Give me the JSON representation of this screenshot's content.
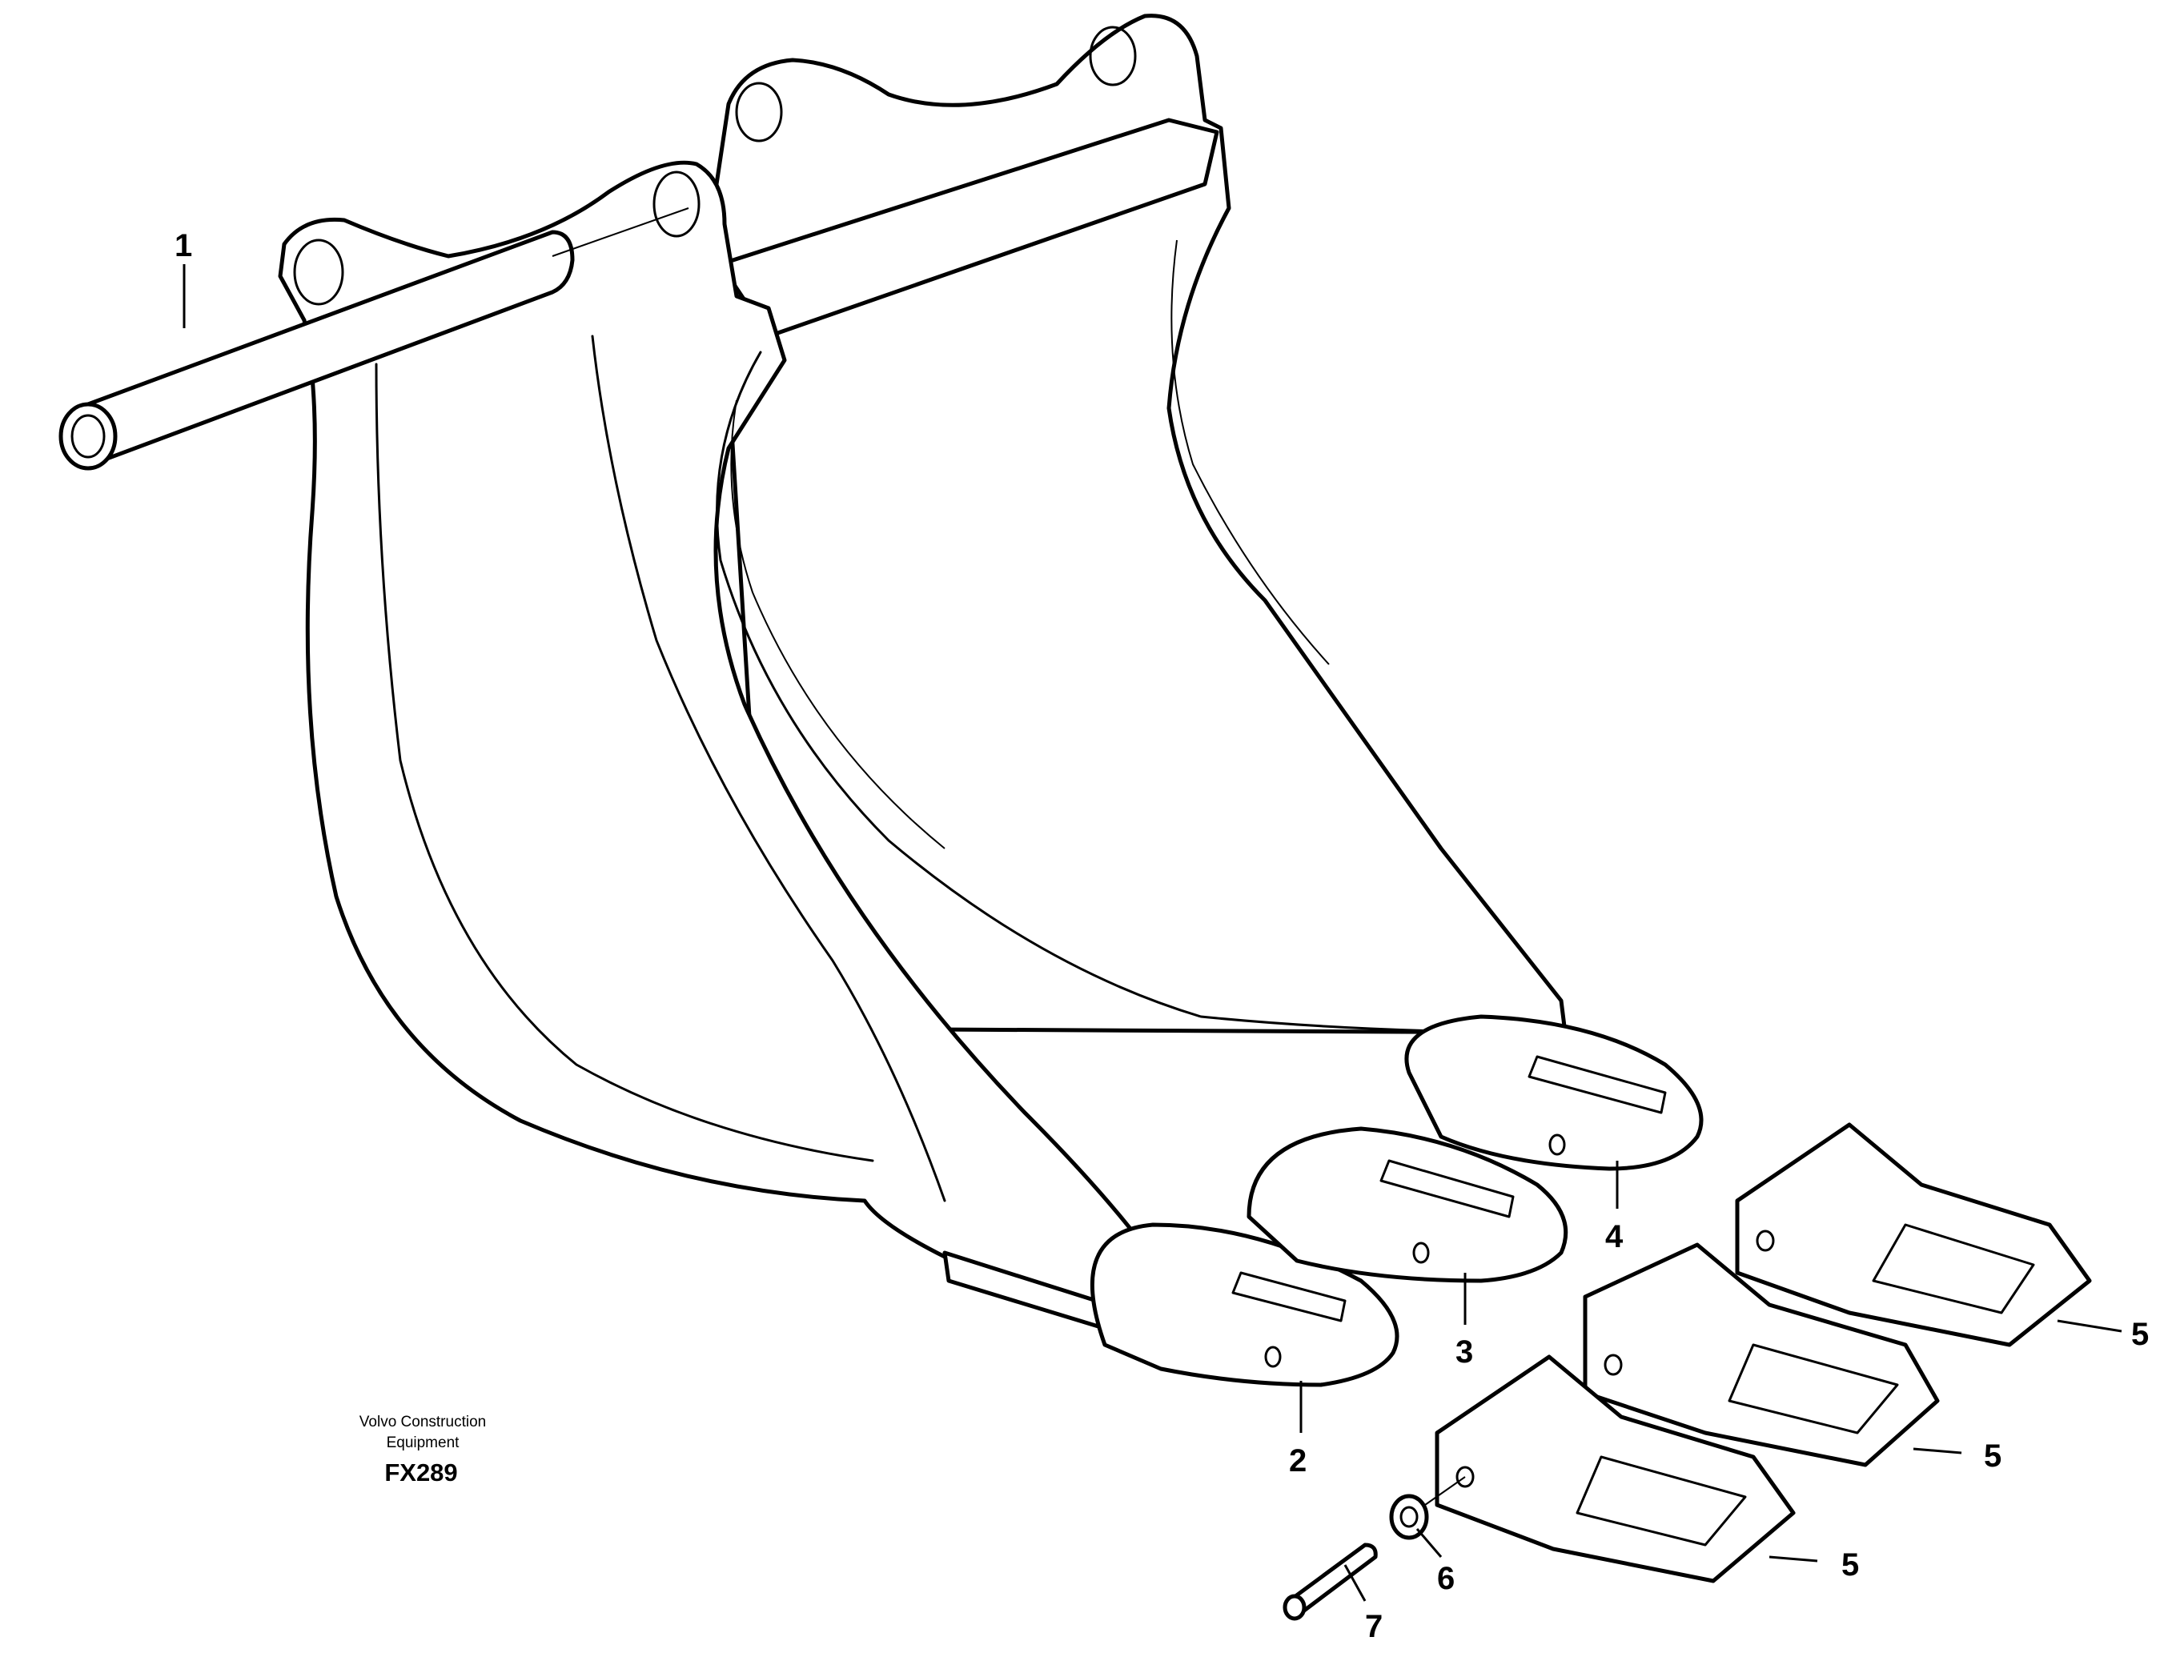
{
  "caption": {
    "line1": "Volvo Construction",
    "line2": "Equipment",
    "code": "FX289"
  },
  "callouts": [
    {
      "id": "1",
      "label": "1"
    },
    {
      "id": "2",
      "label": "2"
    },
    {
      "id": "3",
      "label": "3"
    },
    {
      "id": "4",
      "label": "4"
    },
    {
      "id": "5a",
      "label": "5"
    },
    {
      "id": "5b",
      "label": "5"
    },
    {
      "id": "5c",
      "label": "5"
    },
    {
      "id": "6",
      "label": "6"
    },
    {
      "id": "7",
      "label": "7"
    }
  ]
}
